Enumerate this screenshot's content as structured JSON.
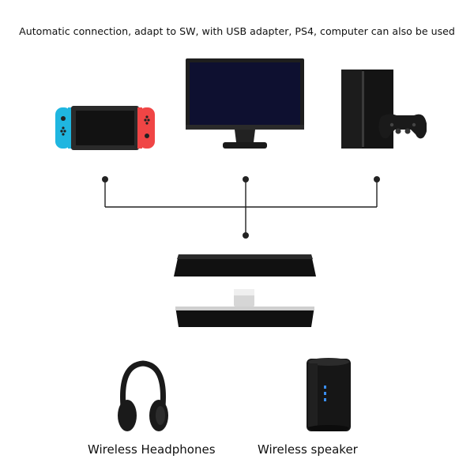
{
  "headline": "Automatic connection, adapt to SW, with USB adapter, PS4, computer can also be used",
  "devices": {
    "sources": [
      {
        "name": "Nintendo Switch",
        "icon": "game-console-icon"
      },
      {
        "name": "Computer monitor",
        "icon": "monitor-icon"
      },
      {
        "name": "PS4",
        "icon": "ps4-console-icon"
      }
    ],
    "adapter_icon": "bluetooth-adapter-icon",
    "outputs": {
      "headphones": {
        "label": "Wireless Headphones",
        "icon": "headphones-icon"
      },
      "speaker": {
        "label": "Wireless speaker",
        "icon": "speaker-icon"
      }
    }
  },
  "colors": {
    "switch_left_joycon": "#1fb6e0",
    "switch_right_joycon": "#f04545",
    "connector_line": "#222222",
    "device_body": "#151515"
  }
}
